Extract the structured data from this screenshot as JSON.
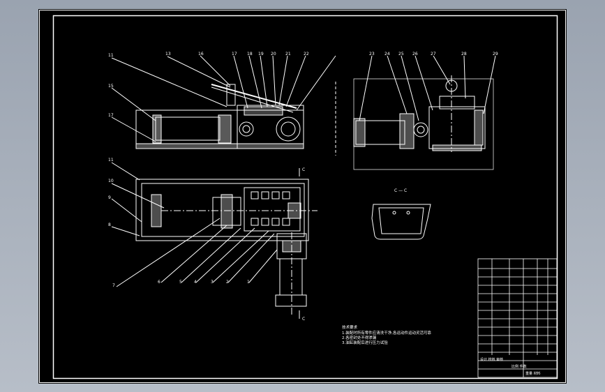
{
  "drawing": {
    "background": "#000000",
    "line_color": "#ffffff",
    "section_label": "C — C",
    "section_mark": "C",
    "balloons": {
      "front_view": [
        "11",
        "13",
        "16",
        "17",
        "18",
        "19",
        "20",
        "21",
        "22",
        "15",
        "17"
      ],
      "plan_view": [
        "11",
        "10",
        "9",
        "8",
        "7",
        "6",
        "5",
        "4",
        "3",
        "2",
        "1"
      ],
      "side_view": [
        "23",
        "24",
        "25",
        "26",
        "27",
        "28",
        "29"
      ]
    },
    "notes": {
      "title": "技术要求",
      "lines": [
        "1.装配时所有零件应清洗干净,各运动件运动灵活可靠",
        "2.各密封处不得渗漏",
        "3.油缸装配后进行压力试验"
      ]
    },
    "title_block": {
      "rows": [
        "",
        "",
        "",
        "",
        "",
        "",
        "",
        "",
        "",
        "",
        "",
        "",
        "",
        "",
        ""
      ],
      "bottom_left": "设计 校核 审核",
      "bottom_mid": "比例 件数",
      "bottom_right": "重量 材料"
    }
  }
}
